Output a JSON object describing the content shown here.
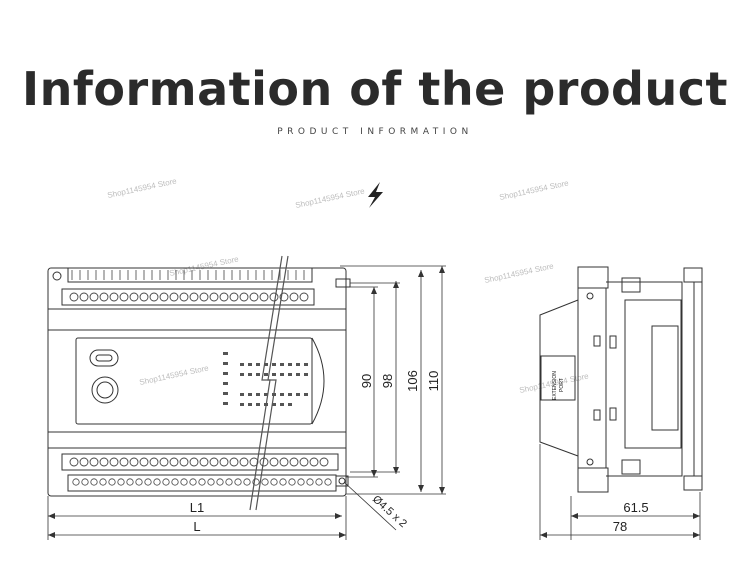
{
  "header": {
    "title": "Information of the product",
    "subtitle": "PRODUCT INFORMATION"
  },
  "front_view": {
    "dimensions": {
      "height_90": "90",
      "height_98": "98",
      "height_106": "106",
      "height_110": "110",
      "width_l1": "L1",
      "width_l": "L",
      "hole_note": "Ø4.5 x 2"
    }
  },
  "side_view": {
    "port_label_line1": "EXTENSION",
    "port_label_line2": "PORT",
    "dimensions": {
      "depth_61_5": "61.5",
      "depth_78": "78"
    }
  },
  "watermark": "Shop1145954 Store",
  "colors": {
    "title": "#2b2b2b",
    "line": "#333333",
    "watermark": "#bdbdbd"
  }
}
